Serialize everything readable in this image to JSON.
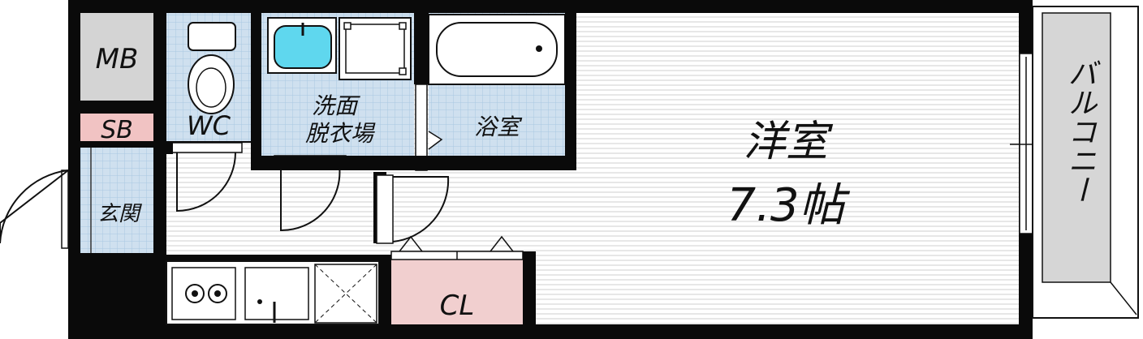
{
  "colors": {
    "wall": "#0a0a0a",
    "wet_area_tile": "#c9dcec",
    "wet_area_grid": "#9ec0dd",
    "meter_box": "#d4d4d4",
    "shoe_box": "#f1c3c3",
    "closet": "#f1cfcf",
    "floor_line": "#c8c8c8",
    "balcony": "#d6d6d6",
    "basin_water": "#5fd7ee"
  },
  "rooms": {
    "meter_box": "MB",
    "shoe_box": "SB",
    "toilet": "WC",
    "washroom_line1": "洗面",
    "washroom_line2": "脱衣場",
    "bathroom": "浴室",
    "entrance": "玄関",
    "western_room": "洋室",
    "western_room_size": "7.3帖",
    "closet": "CL",
    "balcony": "バルコニー"
  },
  "fixtures": [
    "toilet-icon",
    "washbasin-icon",
    "washer-pan-icon",
    "bathtub-icon",
    "gas-stove-icon",
    "kitchen-sink-icon",
    "fridge-space-icon"
  ]
}
